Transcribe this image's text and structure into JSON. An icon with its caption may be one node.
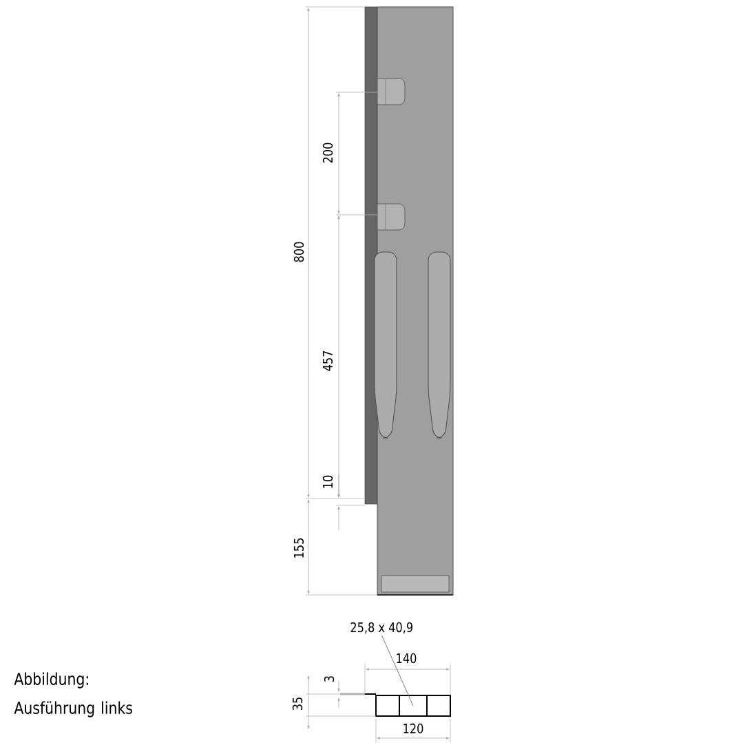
{
  "diagram": {
    "nodes": [
      {
        "text": [
          "25,8 x 40,9"
        ]
      },
      {
        "text": [],
        "shape": "box"
      }
    ],
    "edges": [
      {
        "from": 0,
        "to": 1,
        "arrow": "none"
      }
    ],
    "labels": [
      "800",
      "200",
      "457",
      "10",
      "155",
      "140",
      "3",
      "35",
      "120",
      "Abbildung: Ausführung links"
    ]
  }
}
